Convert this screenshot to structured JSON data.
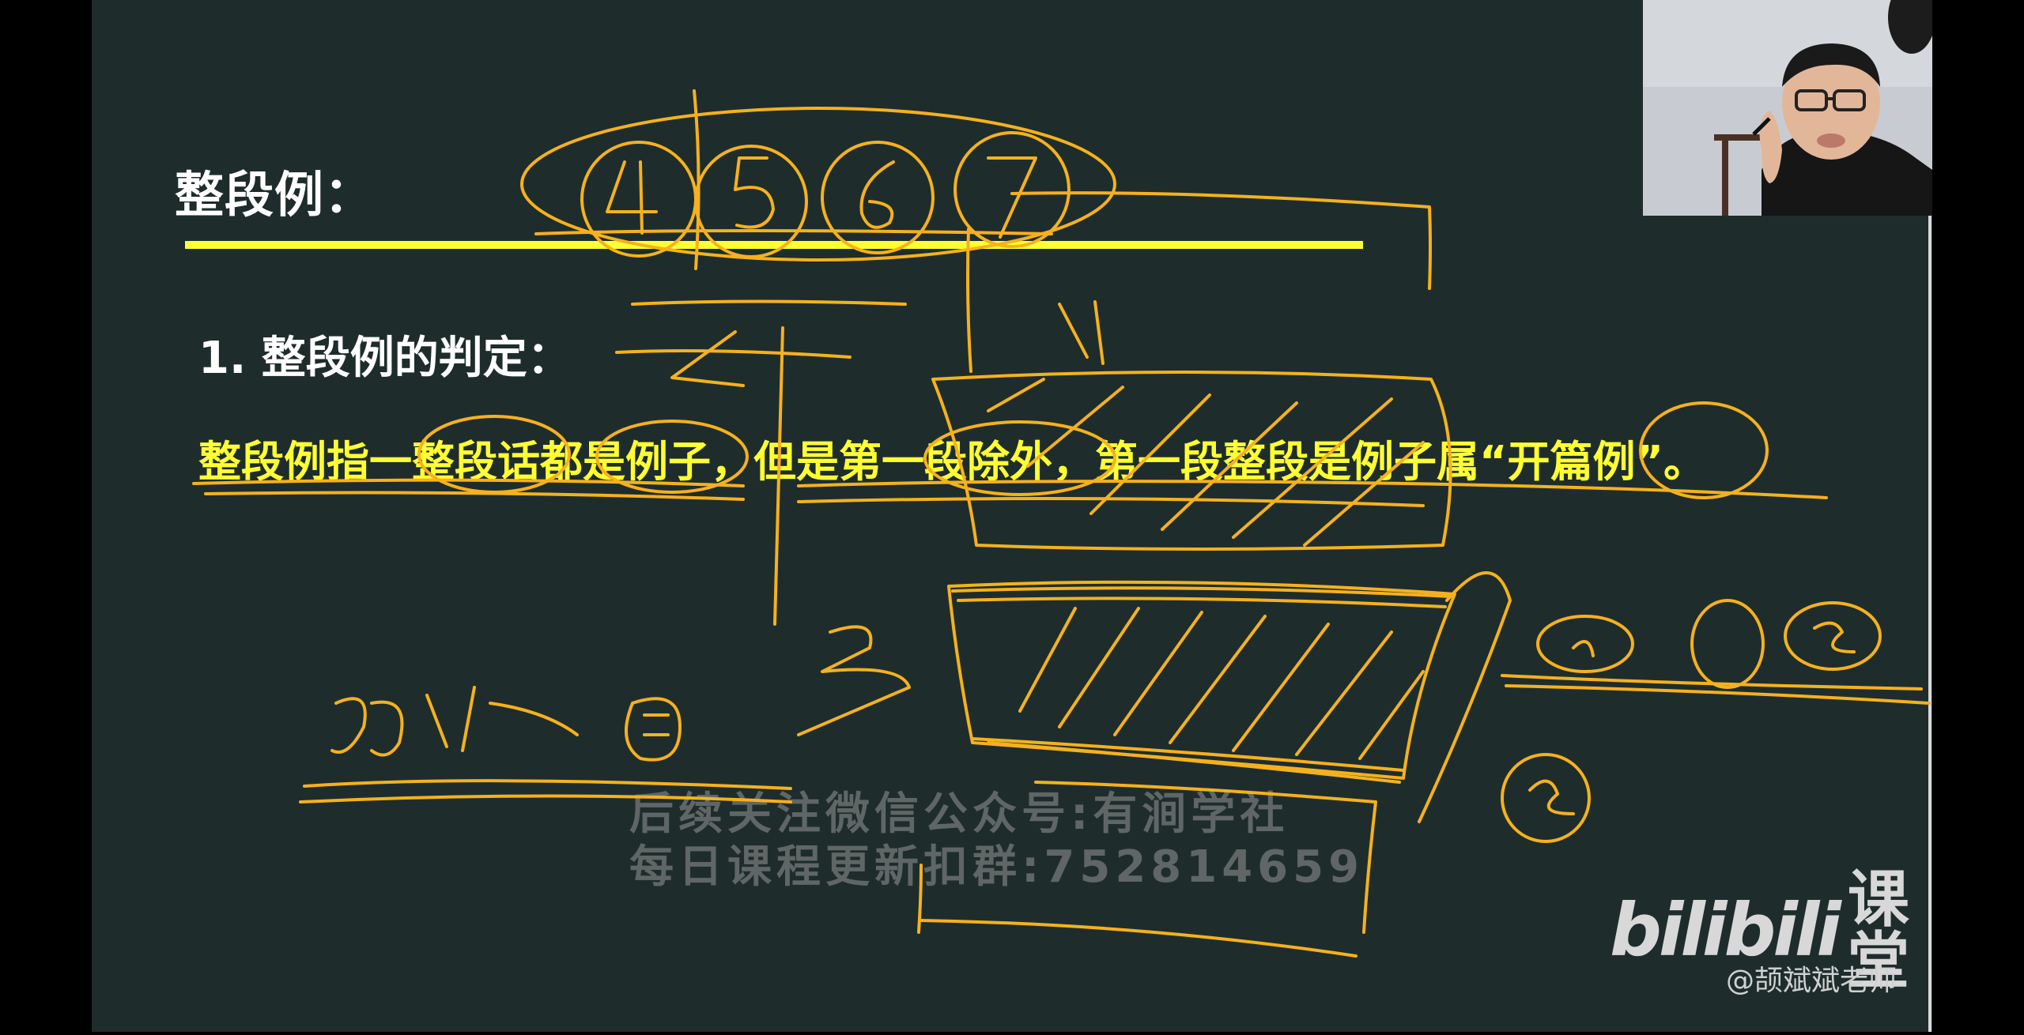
{
  "slide": {
    "title": "整段例：",
    "subtitle": "1. 整段例的判定：",
    "definition": "整段例指一整段话都是例子，但是第一段除外，第一段整段是例子属“开篇例”。"
  },
  "watermark": {
    "line1": "后续关注微信公众号:有涧学社",
    "line2": "每日课程更新扣群:752814659"
  },
  "branding": {
    "logo": "bilibili",
    "logo_suffix": "课堂",
    "author": "@颉斌斌老师"
  },
  "colors": {
    "slide_background": "#1e2d2c",
    "title_text": "#ffffff",
    "highlight_yellow": "#ffff33",
    "ink_orange": "#f5b11e"
  },
  "webcam": {
    "icon": "presenter-video-icon"
  }
}
